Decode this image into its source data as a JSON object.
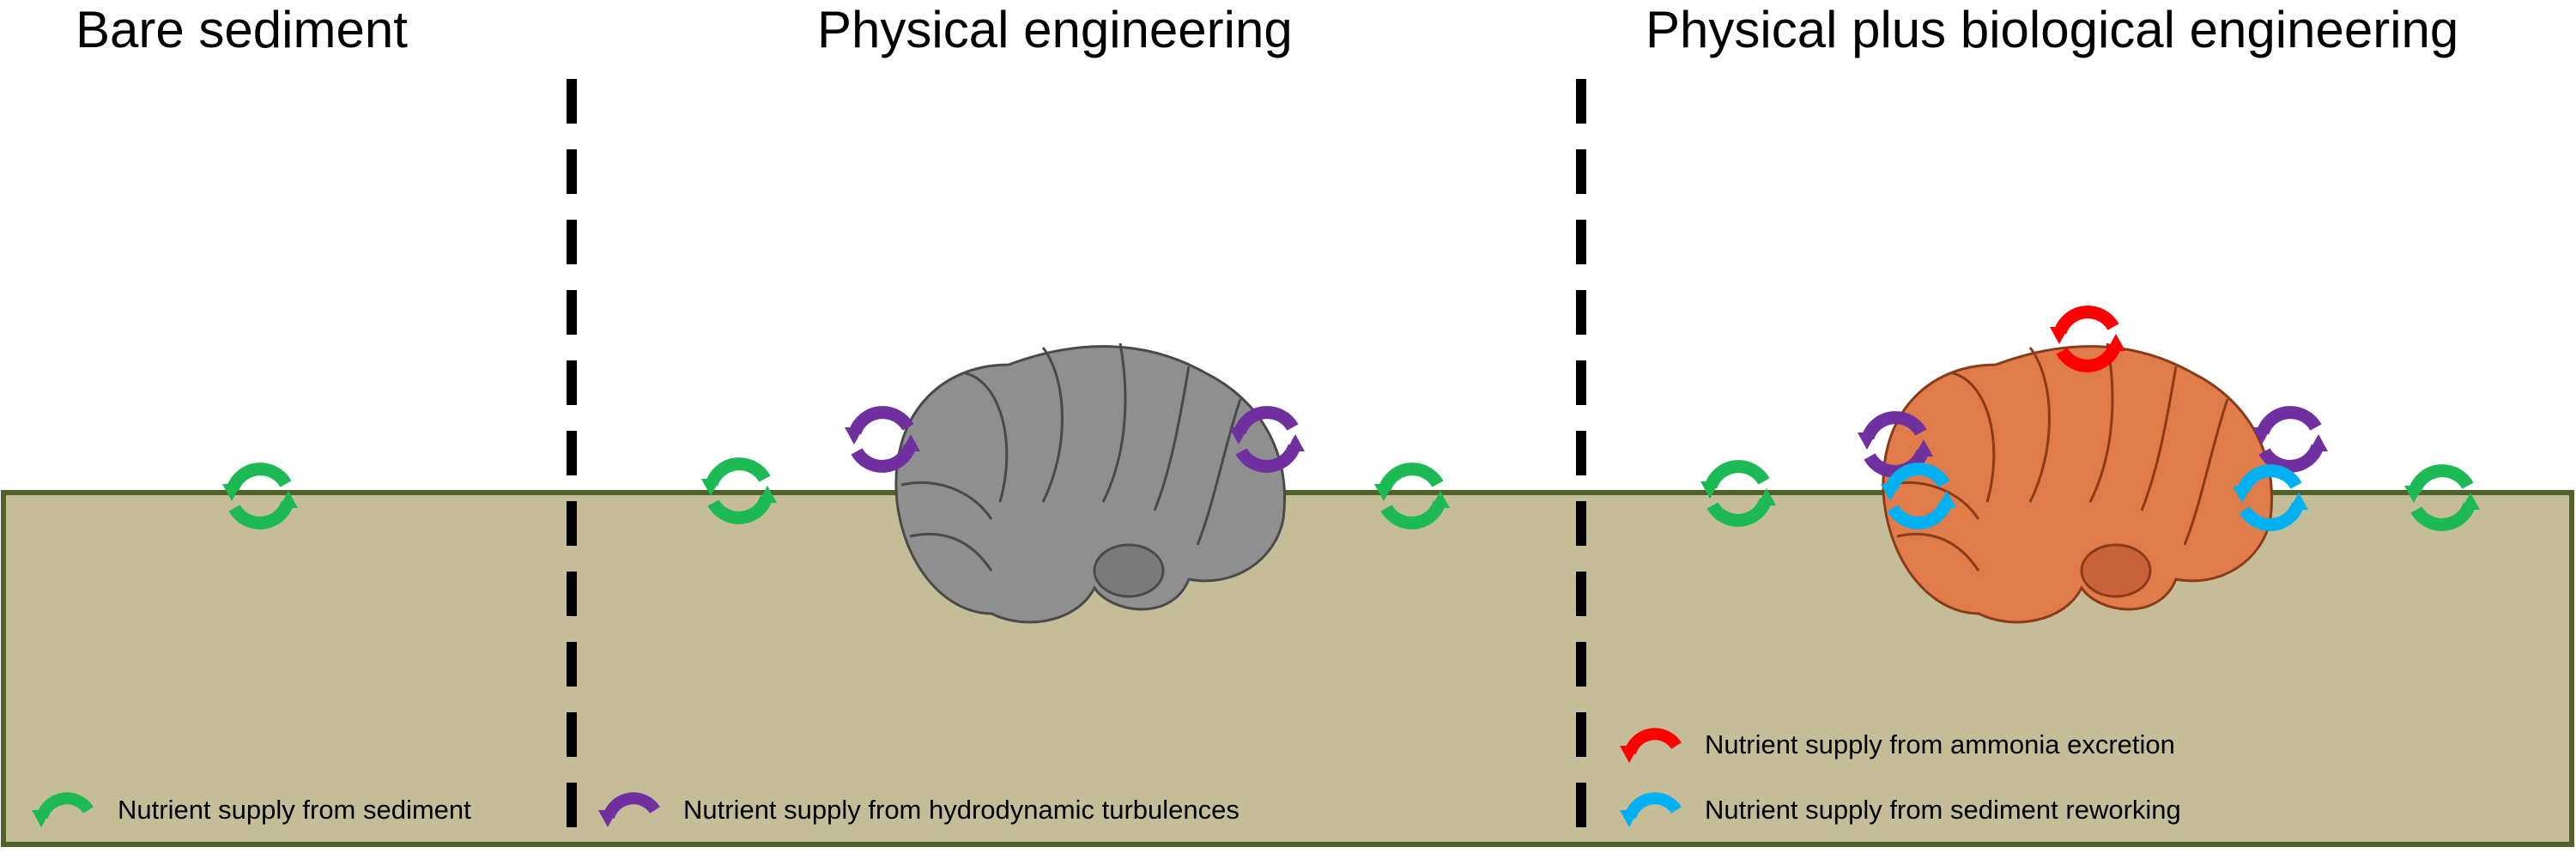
{
  "panels": [
    {
      "title": "Bare sediment"
    },
    {
      "title": "Physical engineering"
    },
    {
      "title": "Physical plus biological engineering"
    }
  ],
  "legend": [
    {
      "label": "Nutrient supply from sediment",
      "color": "#1db954",
      "icon": "green-cycle-arrow-icon"
    },
    {
      "label": "Nutrient supply from hydrodynamic turbulences",
      "color": "#7030a0",
      "icon": "purple-cycle-arrow-icon"
    },
    {
      "label": "Nutrient supply from ammonia excretion",
      "color": "#ff0000",
      "icon": "red-cycle-arrow-icon"
    },
    {
      "label": "Nutrient supply from sediment reworking",
      "color": "#00b0f0",
      "icon": "blue-cycle-arrow-icon"
    }
  ],
  "colors": {
    "sediment_fill": "#c4bd97",
    "sediment_border": "#4f6228",
    "divider": "#000000",
    "larva_plain": "#8f8f8f",
    "larva_bioengineer": "#e07b4a"
  }
}
